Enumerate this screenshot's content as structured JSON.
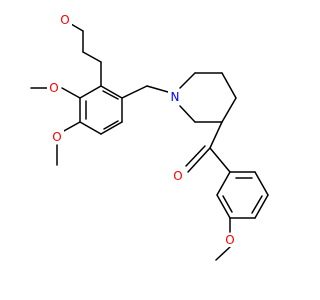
{
  "molecule": {
    "colors": {
      "bond": "#000000",
      "oxygen": "#ff0000",
      "nitrogen": "#0000ff",
      "background": "#ffffff"
    },
    "atoms": {
      "n_piperidine": "N",
      "o_carbonyl": "O",
      "o_methoxy_aryl": "O",
      "o_methoxy_1": "O",
      "o_methoxy_2": "O",
      "o_methoxy_3": "O"
    }
  }
}
